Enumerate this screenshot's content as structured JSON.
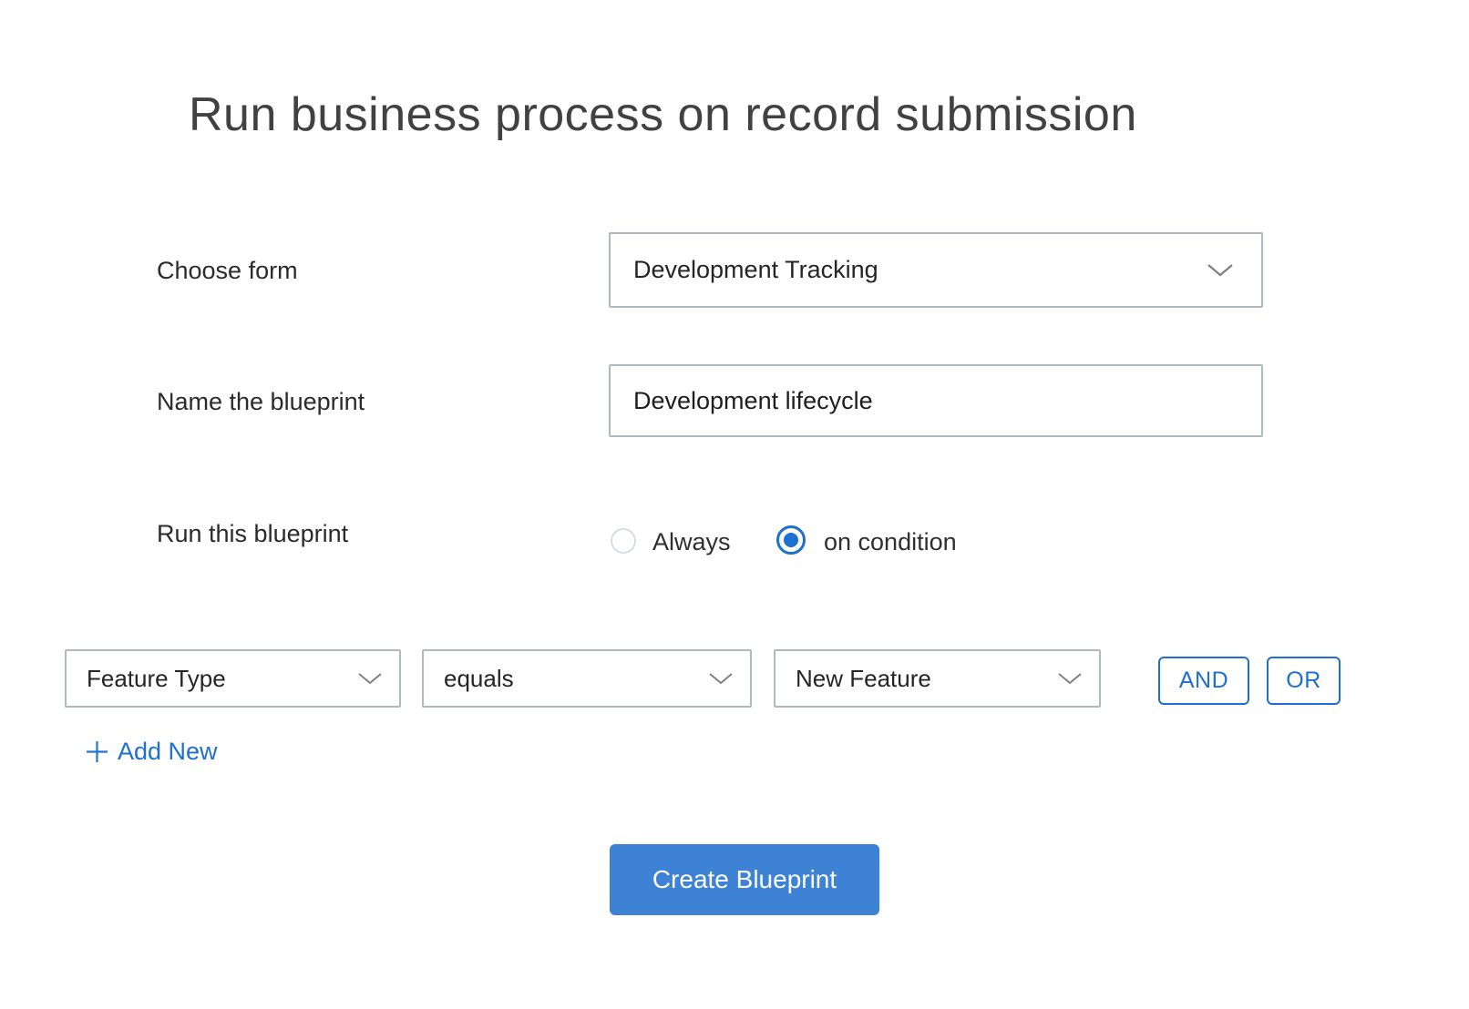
{
  "page": {
    "title": "Run business process on record submission"
  },
  "form": {
    "choose_form": {
      "label": "Choose form",
      "value": "Development Tracking"
    },
    "blueprint_name": {
      "label": "Name the blueprint",
      "value": "Development lifecycle"
    },
    "run_mode": {
      "label": "Run this blueprint",
      "options": [
        {
          "label": "Always",
          "selected": false
        },
        {
          "label": "on condition",
          "selected": true
        }
      ]
    },
    "condition": {
      "field": "Feature Type",
      "operator": "equals",
      "value": "New Feature",
      "and_label": "AND",
      "or_label": "OR"
    },
    "add_new": {
      "label": "Add New"
    },
    "submit": {
      "label": "Create Blueprint"
    }
  },
  "icons": {
    "dropdown": "chevron-down-icon",
    "add": "plus-icon"
  },
  "colors": {
    "accent_blue": "#1d6fd2",
    "button_blue": "#3d82d4"
  }
}
